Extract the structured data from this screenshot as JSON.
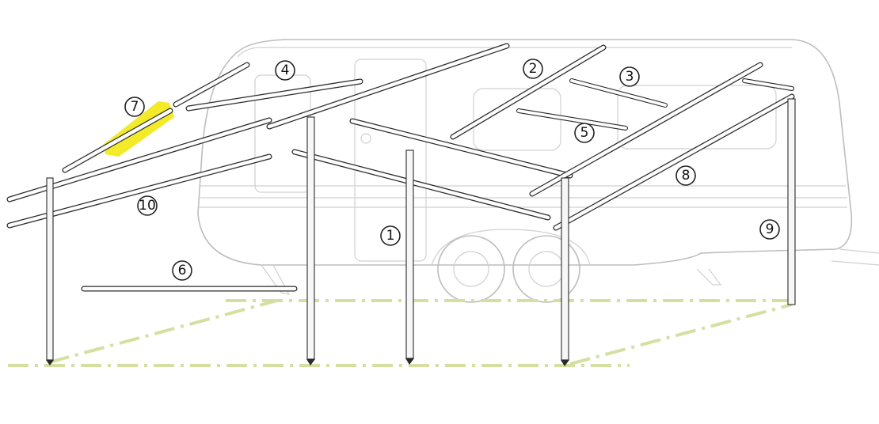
{
  "diagram": {
    "labels": [
      {
        "id": "1",
        "text": "1"
      },
      {
        "id": "2",
        "text": "2"
      },
      {
        "id": "3",
        "text": "3"
      },
      {
        "id": "4",
        "text": "4"
      },
      {
        "id": "5",
        "text": "5"
      },
      {
        "id": "6",
        "text": "6"
      },
      {
        "id": "7",
        "text": "7"
      },
      {
        "id": "8",
        "text": "8"
      },
      {
        "id": "9",
        "text": "9"
      },
      {
        "id": "10",
        "text": "10"
      }
    ],
    "highlight_color": "#f3ea2a",
    "highlighted_part": "7",
    "ground_line_color": "#d3e0a0"
  }
}
